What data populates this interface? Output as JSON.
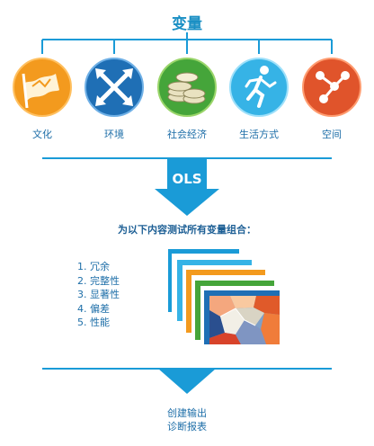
{
  "title": "变量",
  "categories": [
    {
      "label": "文化",
      "icon": "flag-icon",
      "color": "#f39a1e"
    },
    {
      "label": "环境",
      "icon": "arrows-cross-icon",
      "color": "#1f6fb5"
    },
    {
      "label": "社会经济",
      "icon": "coins-icon",
      "color": "#45a53a"
    },
    {
      "label": "生活方式",
      "icon": "runner-icon",
      "color": "#36b3e6"
    },
    {
      "label": "空间",
      "icon": "network-nodes-icon",
      "color": "#e0542b"
    }
  ],
  "process_label": "OLS",
  "test_heading": "为以下内容测试所有变量组合：",
  "test_items": [
    "1. 冗余",
    "2. 完整性",
    "3. 显著性",
    "4. 偏差",
    "5. 性能"
  ],
  "output_lines": [
    "创建输出",
    "诊断报表"
  ],
  "colors": {
    "line": "#1a9bd7",
    "arrow": "#1a9bd7",
    "text": "#1d6ea8"
  }
}
